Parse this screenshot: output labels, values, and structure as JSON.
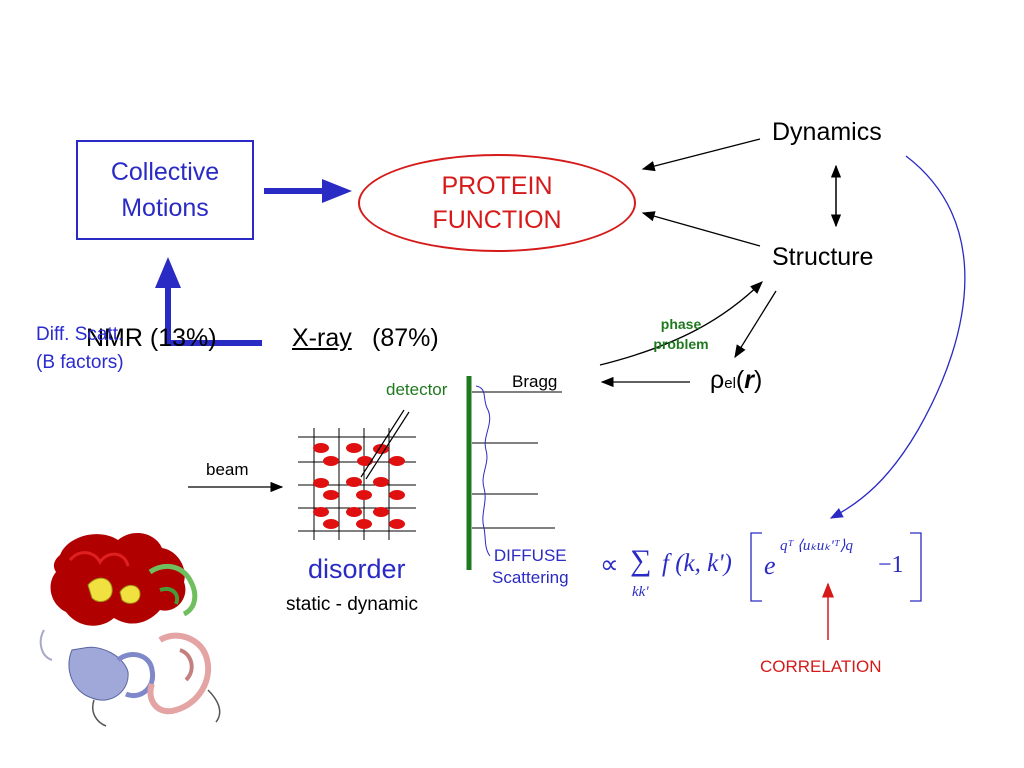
{
  "nodes": {
    "collective_line1": "Collective",
    "collective_line2": "Motions",
    "protein_line1": "PROTEIN",
    "protein_line2": "FUNCTION",
    "dynamics": "Dynamics",
    "structure": "Structure"
  },
  "methods": {
    "nmr": "NMR (13%)",
    "xray": "X-ray",
    "xray_pct": "(87%)",
    "diff_scatt": "Diff. Scatt.",
    "b_factors": "(B factors)"
  },
  "labels": {
    "phase_problem_line1": "phase",
    "phase_problem_line2": "problem",
    "rho_el_r": "ρel(r)",
    "rho_main": "ρ",
    "rho_sub": "el",
    "rho_arg": "r",
    "bragg": "Bragg",
    "detector": "detector",
    "beam": "beam",
    "diffuse_line1": "DIFFUSE",
    "diffuse_line2": "Scattering",
    "disorder": "disorder",
    "static_dynamic": "static - dynamic",
    "correlation": "CORRELATION"
  },
  "formula": {
    "prop": "∝",
    "sum": "∑",
    "sum_sub": "kk'",
    "f_term": "f (k, k')",
    "exp_base": "e",
    "exp_sup": "qᵀ ⟨uₖuₖ'ᵀ⟩q",
    "minus_one": "−1"
  },
  "colors": {
    "blue_arrow": "#2a2ac4",
    "red": "#d61a1a",
    "green": "#1f7a1f",
    "black": "#000000"
  }
}
